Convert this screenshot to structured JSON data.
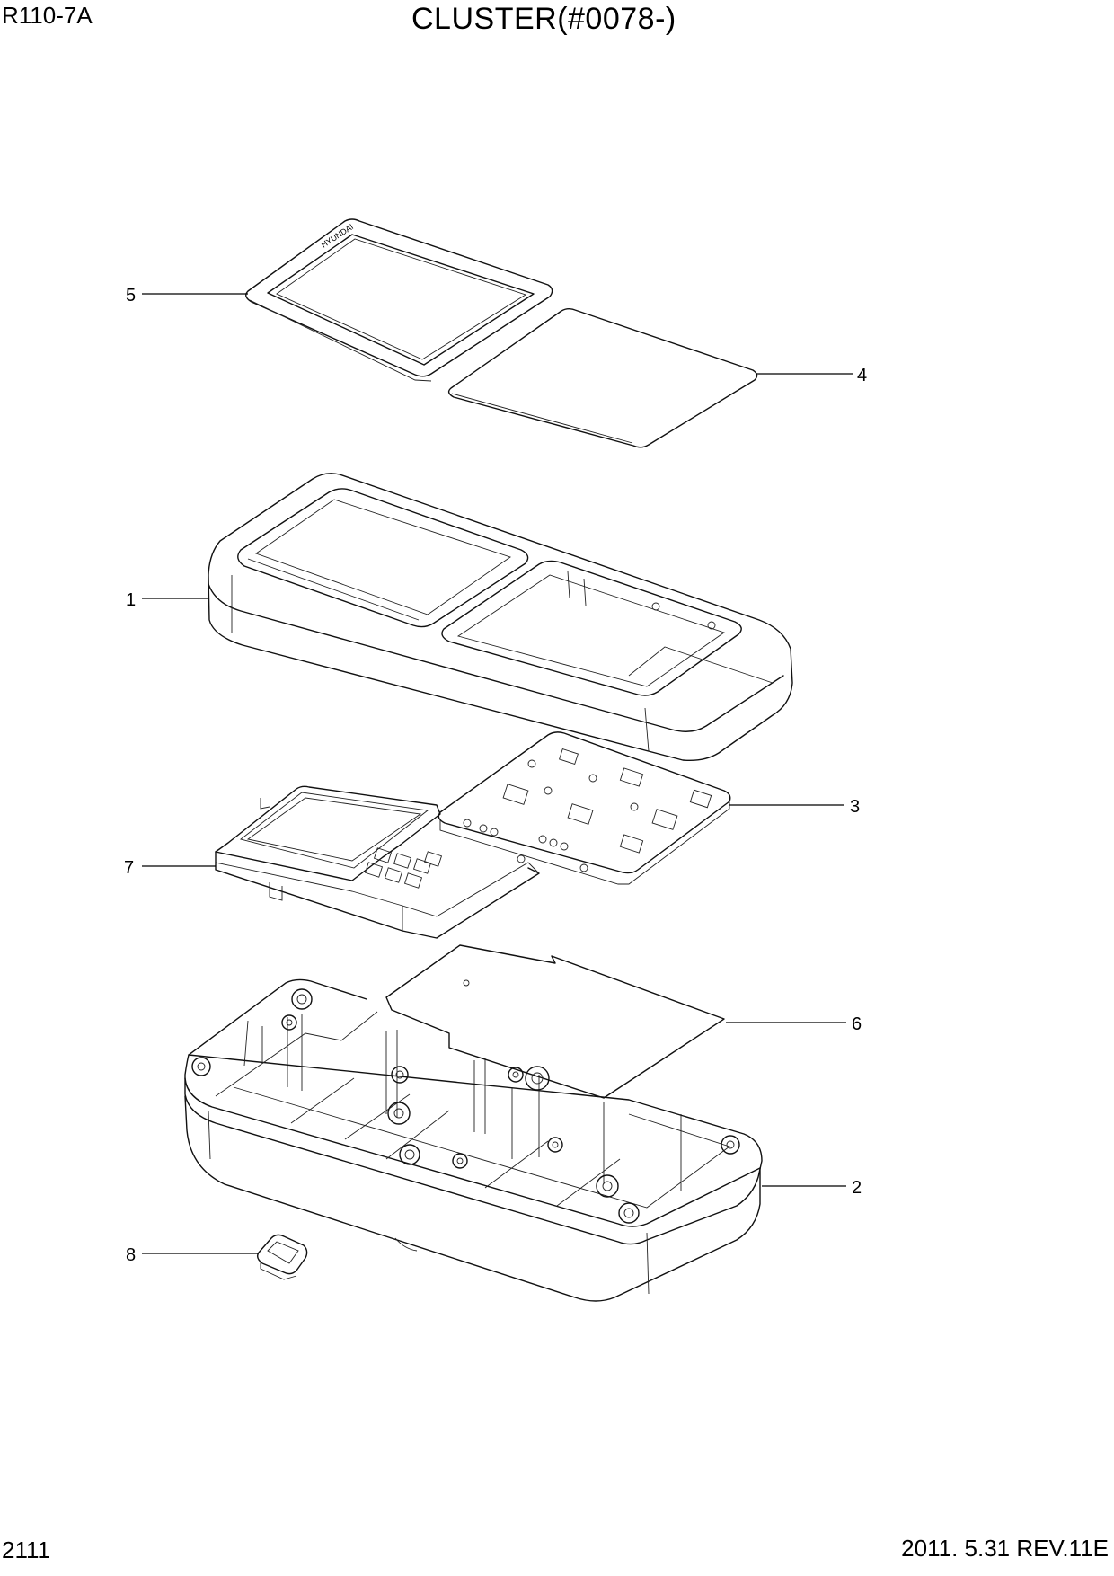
{
  "header": {
    "model": "R110-7A",
    "title": "CLUSTER(#0078-)"
  },
  "footer": {
    "page_number": "2111",
    "revision": "2011. 5.31  REV.11E"
  },
  "callouts": [
    "1",
    "2",
    "3",
    "4",
    "5",
    "6",
    "7",
    "8"
  ],
  "decal_text": "HYUNDAI"
}
